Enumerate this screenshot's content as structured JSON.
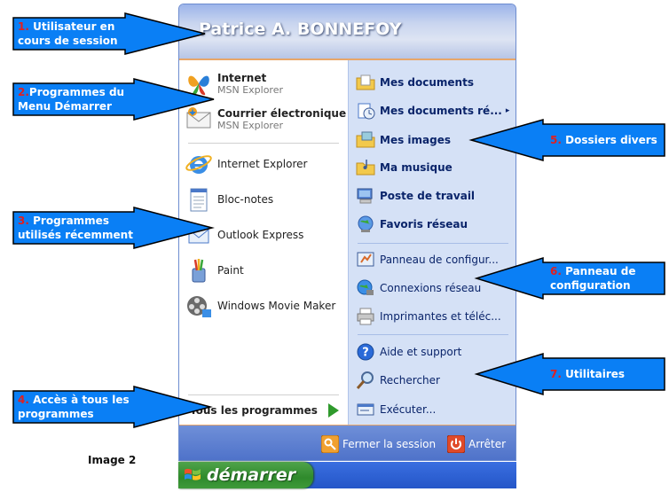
{
  "user": {
    "name": "Patrice A. BONNEFOY"
  },
  "pinned": [
    {
      "title": "Internet",
      "subtitle": "MSN Explorer",
      "icon": "msn-butterfly-icon"
    },
    {
      "title": "Courrier électronique",
      "subtitle": "MSN Explorer",
      "icon": "mail-envelope-icon"
    }
  ],
  "recent": [
    {
      "label": "Internet Explorer",
      "icon": "internet-explorer-icon"
    },
    {
      "label": "Bloc-notes",
      "icon": "notepad-icon"
    },
    {
      "label": "Outlook Express",
      "icon": "outlook-express-icon"
    },
    {
      "label": "Paint",
      "icon": "paint-icon"
    },
    {
      "label": "Windows Movie Maker",
      "icon": "movie-maker-icon"
    }
  ],
  "all_programs": {
    "label": "Tous les programmes",
    "icon": "green-arrow-icon"
  },
  "places": [
    {
      "label": "Mes documents",
      "icon": "folder-documents-icon"
    },
    {
      "label": "Mes documents ré...",
      "icon": "recent-documents-icon"
    },
    {
      "label": "Mes images",
      "icon": "folder-pictures-icon"
    },
    {
      "label": "Ma musique",
      "icon": "folder-music-icon"
    },
    {
      "label": "Poste de travail",
      "icon": "my-computer-icon"
    },
    {
      "label": "Favoris réseau",
      "icon": "network-places-icon"
    }
  ],
  "settings": [
    {
      "label": "Panneau de configur...",
      "icon": "control-panel-icon"
    },
    {
      "label": "Connexions réseau",
      "icon": "network-connections-icon"
    },
    {
      "label": "Imprimantes et téléc...",
      "icon": "printer-icon"
    }
  ],
  "utilities": [
    {
      "label": "Aide et support",
      "icon": "help-icon"
    },
    {
      "label": "Rechercher",
      "icon": "search-icon"
    },
    {
      "label": "Exécuter...",
      "icon": "run-icon"
    }
  ],
  "footer": {
    "logoff": "Fermer la session",
    "shutdown": "Arrêter"
  },
  "taskbar": {
    "start_label": "démarrer"
  },
  "callouts": [
    {
      "num": "1.",
      "line1": "Utilisateur en",
      "line2": "cours de session"
    },
    {
      "num": "2.",
      "line1": "Programmes du",
      "line2": "Menu Démarrer"
    },
    {
      "num": "3.",
      "line1": "Programmes",
      "line2": "utilisés récemment"
    },
    {
      "num": "4.",
      "line1": "Accès à tous les",
      "line2": "programmes"
    },
    {
      "num": "5.",
      "line1": "Dossiers divers",
      "line2": ""
    },
    {
      "num": "6.",
      "line1": "Panneau de",
      "line2": "configuration"
    },
    {
      "num": "7.",
      "line1": "Utilitaires",
      "line2": ""
    }
  ],
  "caption": "Image 2",
  "colors": {
    "callout_fill": "#0a7ff5",
    "header_text": "#ffffff",
    "footer": "#5a7fd0",
    "start_green": "#3f9a3a"
  }
}
